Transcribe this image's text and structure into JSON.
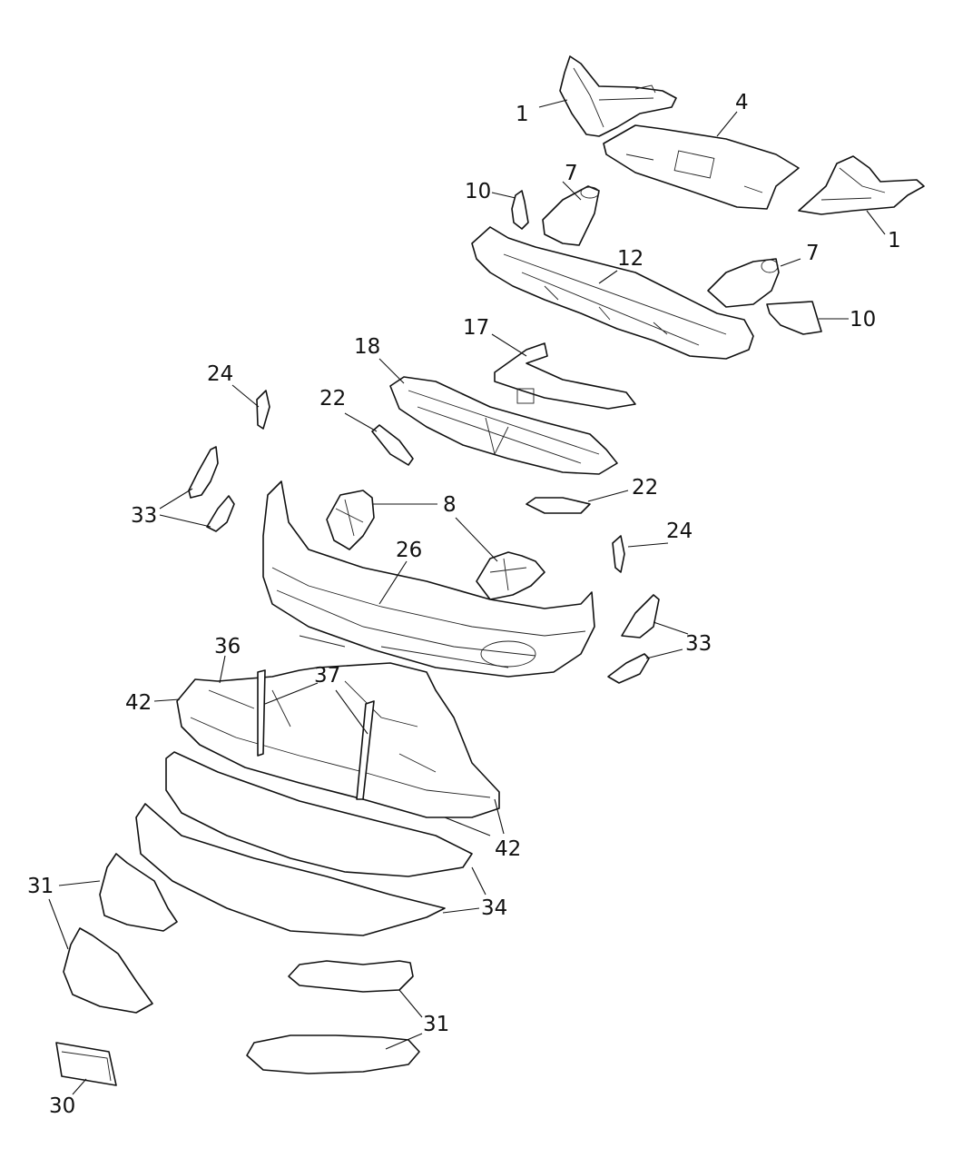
{
  "callouts": [
    {
      "label": "1"
    },
    {
      "label": "4"
    },
    {
      "label": "10"
    },
    {
      "label": "7"
    },
    {
      "label": "1"
    },
    {
      "label": "12"
    },
    {
      "label": "7"
    },
    {
      "label": "10"
    },
    {
      "label": "17"
    },
    {
      "label": "18"
    },
    {
      "label": "24"
    },
    {
      "label": "22"
    },
    {
      "label": "33"
    },
    {
      "label": "22"
    },
    {
      "label": "8"
    },
    {
      "label": "26"
    },
    {
      "label": "24"
    },
    {
      "label": "33"
    },
    {
      "label": "36"
    },
    {
      "label": "42"
    },
    {
      "label": "37"
    },
    {
      "label": "42"
    },
    {
      "label": "34"
    },
    {
      "label": "31"
    },
    {
      "label": "31"
    },
    {
      "label": "30"
    }
  ]
}
